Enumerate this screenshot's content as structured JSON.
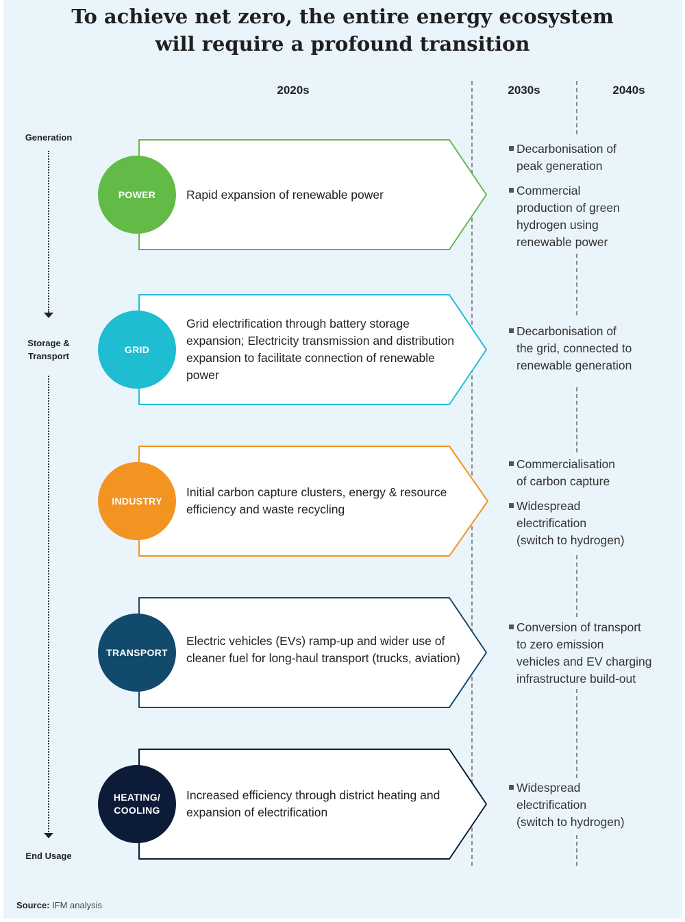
{
  "title": {
    "line1": "To achieve net zero, the entire energy ecosystem",
    "line2": "will require a profound transition"
  },
  "columns": [
    "2020s",
    "2030s",
    "2040s"
  ],
  "flow": {
    "generation": "Generation",
    "storage_line1": "Storage &",
    "storage_line2": "Transport",
    "end_usage": "End Usage"
  },
  "rows": [
    {
      "label": "POWER",
      "color": "#62bb46",
      "text": "Rapid expansion of renewable power",
      "later": [
        [
          "Decarbonisation of",
          "peak generation"
        ],
        [
          "Commercial",
          "production of green",
          "hydrogen using",
          "renewable power"
        ]
      ]
    },
    {
      "label": "GRID",
      "color": "#1ebdd2",
      "text": "Grid electrification through battery storage expansion; Electricity transmission and distribution expansion to facilitate connection of renewable power",
      "later": [
        [
          "Decarbonisation of",
          "the grid, connected to",
          "renewable generation"
        ]
      ]
    },
    {
      "label": "INDUSTRY",
      "color": "#f39321",
      "text": "Initial carbon capture clusters, energy & resource efficiency and waste recycling",
      "later": [
        [
          "Commercialisation",
          "of carbon capture"
        ],
        [
          "Widespread",
          "electrification",
          "(switch to hydrogen)"
        ]
      ]
    },
    {
      "label": "TRANSPORT",
      "color": "#124a6b",
      "text": "Electric vehicles (EVs) ramp-up and wider use of cleaner fuel for long-haul transport (trucks, aviation)",
      "later": [
        [
          "Conversion of transport",
          "to zero emission",
          "vehicles and EV charging",
          "infrastructure build-out"
        ]
      ]
    },
    {
      "label": "HEATING/ COOLING",
      "color": "#0c1c38",
      "text": "Increased efficiency through district heating and expansion of electrification",
      "later": [
        [
          "Widespread",
          "electrification",
          "(switch to hydrogen)"
        ]
      ]
    }
  ],
  "source": {
    "label": "Source:",
    "text": "IFM analysis"
  }
}
